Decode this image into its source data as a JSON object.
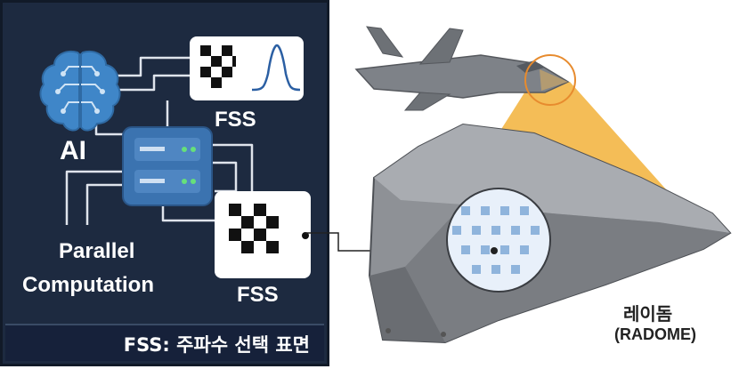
{
  "left_panel": {
    "ai_label": "AI",
    "fss_top_label": "FSS",
    "fss_bottom_label": "FSS",
    "parallel_label": "Parallel",
    "computation_label": "Computation",
    "caption": "FSS: 주파수 선택 표면"
  },
  "right_panel": {
    "radome_label_kr": "레이돔",
    "radome_label_en": "(RADOME)"
  },
  "colors": {
    "panel_bg": "#1d2a40",
    "brain_blue": "#3f86c8",
    "server_blue": "#3b73b0",
    "beam_orange": "#f2b23a",
    "radome_gray": "#8e9196"
  }
}
